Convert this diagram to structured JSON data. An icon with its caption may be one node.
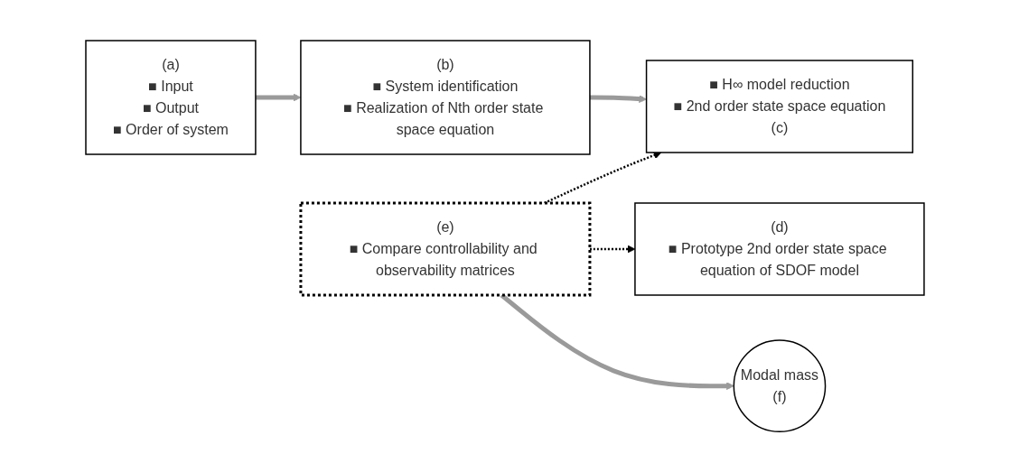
{
  "diagram": {
    "nodes": [
      {
        "text": [
          "(a)",
          "■ Input",
          "■ Output",
          "■ Order of system"
        ]
      },
      {
        "text": [
          "(b)",
          "■ System identification",
          "■ Realization of Nth order state space equation"
        ]
      },
      {
        "text": [
          "■ H∞ model reduction",
          "■ 2nd order state space equation",
          "(c)"
        ]
      },
      {
        "text": [
          "(d)",
          "■ Prototype 2nd order state space equation of SDOF model"
        ]
      },
      {
        "text": [
          "(e)",
          "■ Compare controllability and observability matrices"
        ]
      },
      {
        "text": [
          "Modal mass",
          "(f)"
        ]
      }
    ],
    "edges": [
      {
        "from": 0,
        "to": 1,
        "arrow": "to"
      },
      {
        "from": 1,
        "to": 2,
        "arrow": "to"
      },
      {
        "from": 4,
        "to": 3,
        "arrow": "to",
        "style": "dashed",
        "color": "#000000"
      },
      {
        "from": 4,
        "to": 2,
        "arrow": "to",
        "style": "dashed",
        "color": "#000000"
      },
      {
        "from": 4,
        "to": 5,
        "arrow": "to"
      }
    ]
  }
}
